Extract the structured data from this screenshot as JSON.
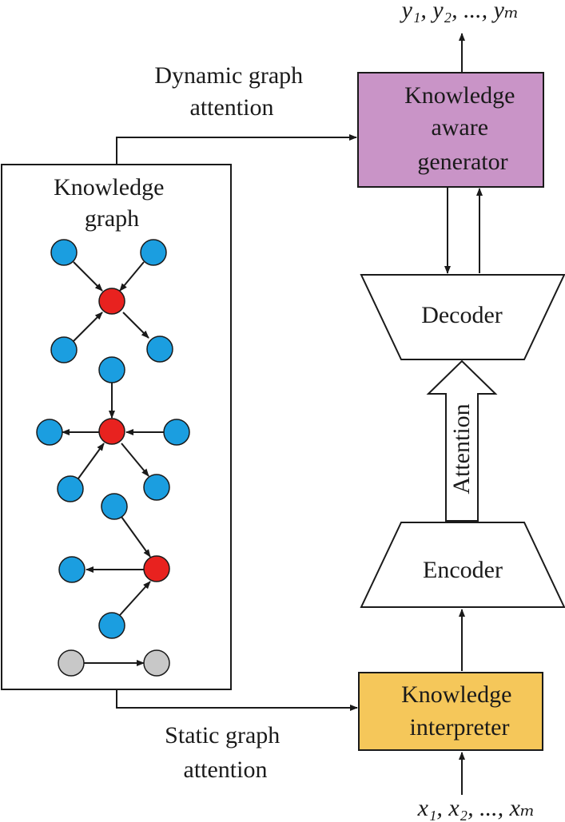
{
  "outputs_label": "y₁, y₂, ..., yₘ",
  "inputs_label": "x₁, x₂, ..., xₘ",
  "dynamic_attention": [
    "Dynamic graph",
    "attention"
  ],
  "static_attention": [
    "Static graph",
    "attention"
  ],
  "knowledge_graph_title": [
    "Knowledge",
    "graph"
  ],
  "generator": {
    "lines": [
      "Knowledge",
      "aware",
      "generator"
    ],
    "color": "#c994c7"
  },
  "decoder_label": "Decoder",
  "encoder_label": "Encoder",
  "attention_arrow_label": "Attention",
  "interpreter": {
    "lines": [
      "Knowledge",
      "interpreter"
    ],
    "color": "#f5c75a"
  },
  "colors": {
    "node_leaf": "#1b9ee0",
    "node_center": "#e8221f",
    "node_neutral": "#c8c8c8",
    "stroke": "#1a1a1a"
  }
}
